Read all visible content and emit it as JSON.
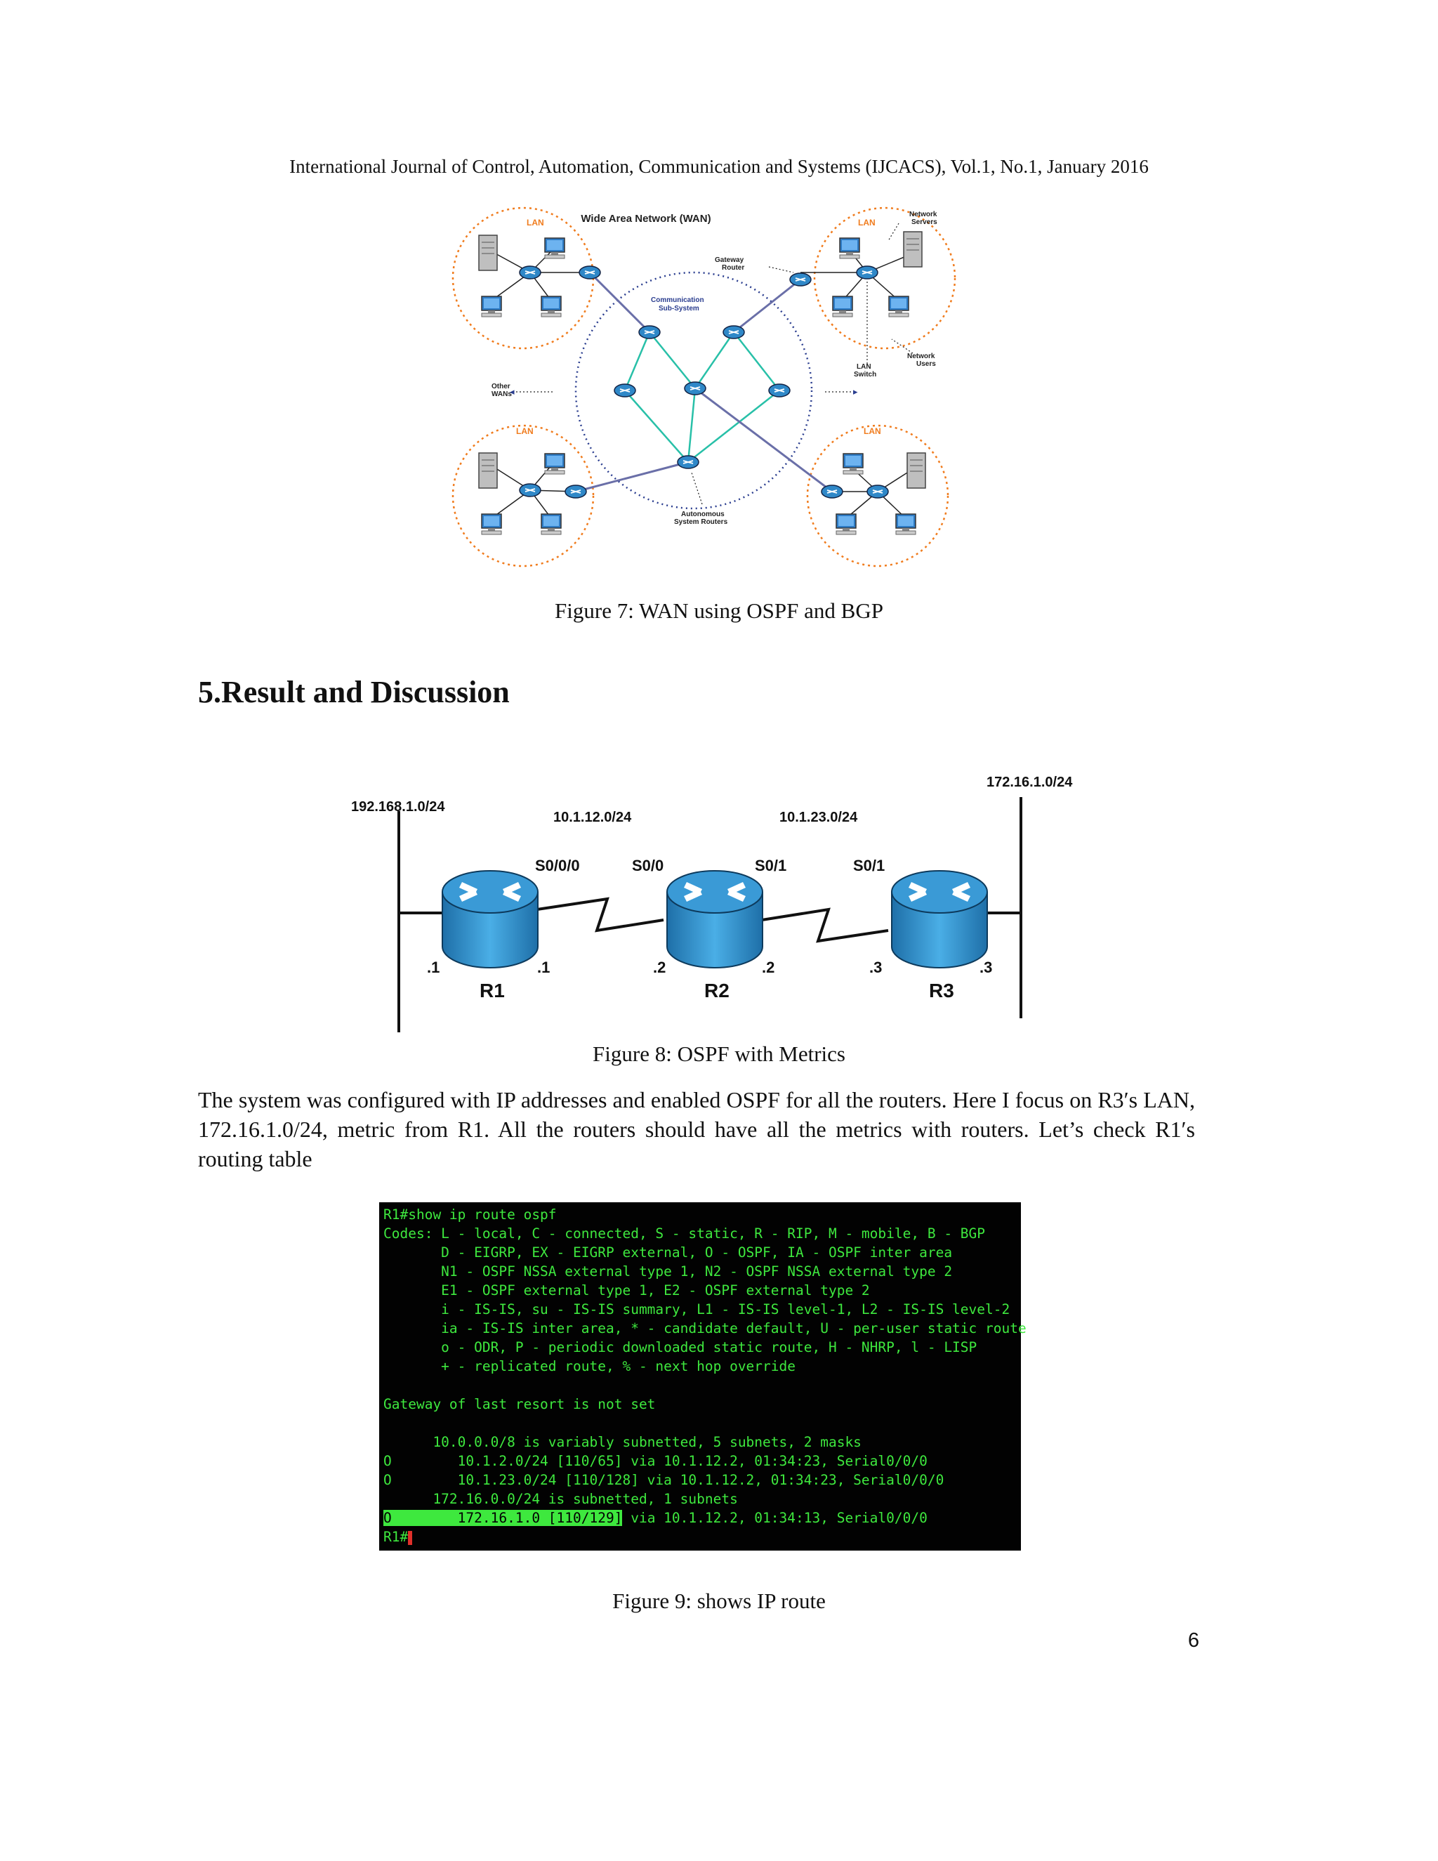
{
  "header": "International Journal of Control, Automation, Communication and Systems (IJCACS), Vol.1, No.1, January 2016",
  "figure7": {
    "title": "Wide Area Network (WAN)",
    "lan_label": "LAN",
    "network_servers": [
      "Network",
      "Servers"
    ],
    "gateway_router": [
      "Gateway",
      "Router"
    ],
    "comm_subsystem": [
      "Communication",
      "Sub-System"
    ],
    "other_wans": [
      "Other",
      "WANs"
    ],
    "lan_switch": [
      "LAN",
      "Switch"
    ],
    "network_users": [
      "Network",
      "Users"
    ],
    "as_routers": [
      "Autonomous",
      "System Routers"
    ],
    "caption": "Figure 7: WAN using OSPF and BGP"
  },
  "section_heading": "5.Result and Discussion",
  "figure8": {
    "net_left": "192.168.1.0/24",
    "net_right": "172.16.1.0/24",
    "link1": "10.1.12.0/24",
    "link2": "10.1.23.0/24",
    "if_r1": "S0/0/0",
    "if_r2_left": "S0/0",
    "if_r2_right": "S0/1",
    "if_r3": "S0/1",
    "r1_left": ".1",
    "r1_right": ".1",
    "r2_left": ".2",
    "r2_right": ".2",
    "r3_left": ".3",
    "r3_right": ".3",
    "r1": "R1",
    "r2": "R2",
    "r3": "R3",
    "caption": "Figure 8: OSPF with Metrics"
  },
  "paragraph": "The system was configured with IP addresses and enabled OSPF for all the routers.  Here I focus on R3′s LAN, 172.16.1.0/24, metric from R1.  All the routers should have all the metrics with routers. Let’s check R1′s routing table",
  "terminal": {
    "lines": [
      "R1#show ip route ospf",
      "Codes: L - local, C - connected, S - static, R - RIP, M - mobile, B - BGP",
      "       D - EIGRP, EX - EIGRP external, O - OSPF, IA - OSPF inter area",
      "       N1 - OSPF NSSA external type 1, N2 - OSPF NSSA external type 2",
      "       E1 - OSPF external type 1, E2 - OSPF external type 2",
      "       i - IS-IS, su - IS-IS summary, L1 - IS-IS level-1, L2 - IS-IS level-2",
      "       ia - IS-IS inter area, * - candidate default, U - per-user static route",
      "       o - ODR, P - periodic downloaded static route, H - NHRP, l - LISP",
      "       + - replicated route, % - next hop override",
      "",
      "Gateway of last resort is not set",
      "",
      "      10.0.0.0/8 is variably subnetted, 5 subnets, 2 masks",
      "O        10.1.2.0/24 [110/65] via 10.1.12.2, 01:34:23, Serial0/0/0",
      "O        10.1.23.0/24 [110/128] via 10.1.12.2, 01:34:23, Serial0/0/0",
      "      172.16.0.0/24 is subnetted, 1 subnets"
    ],
    "highlight_prefix": "O        172.16.1.0 [110/129]",
    "highlight_rest": " via 10.1.12.2, 01:34:13, Serial0/0/0",
    "prompt": "R1#"
  },
  "figure9_caption": "Figure 9: shows IP route",
  "page_number": "6"
}
